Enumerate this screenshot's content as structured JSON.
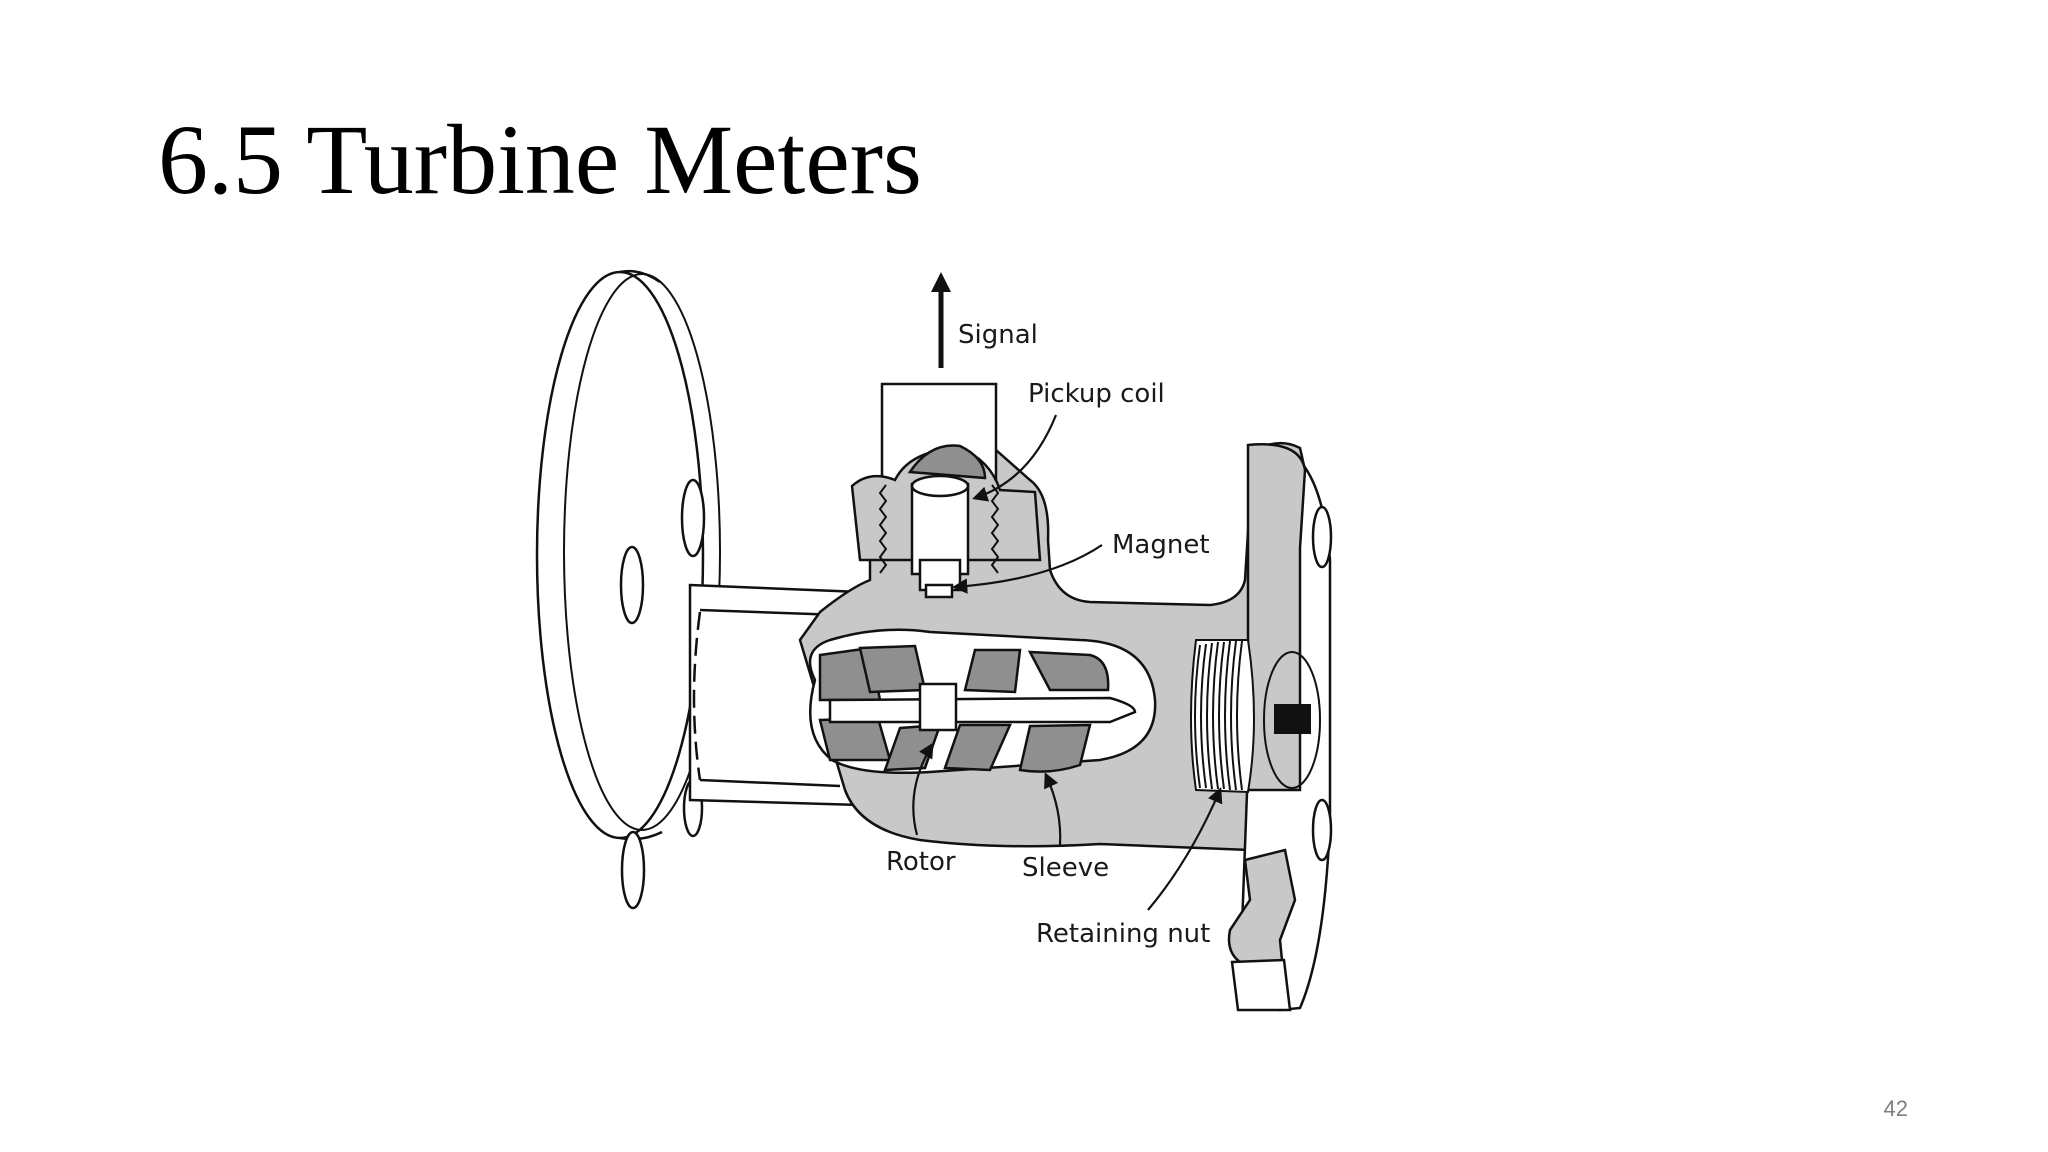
{
  "slide": {
    "title": "6.5 Turbine Meters",
    "page_number": "42"
  },
  "diagram": {
    "labels": {
      "signal": "Signal",
      "pickup_coil": "Pickup coil",
      "magnet": "Magnet",
      "rotor": "Rotor",
      "sleeve": "Sleeve",
      "retaining_nut": "Retaining nut"
    },
    "colors": {
      "body_fill": "#c8c8c8",
      "blade_fill": "#8f8f8f",
      "line": "#111111",
      "background": "#ffffff"
    }
  }
}
